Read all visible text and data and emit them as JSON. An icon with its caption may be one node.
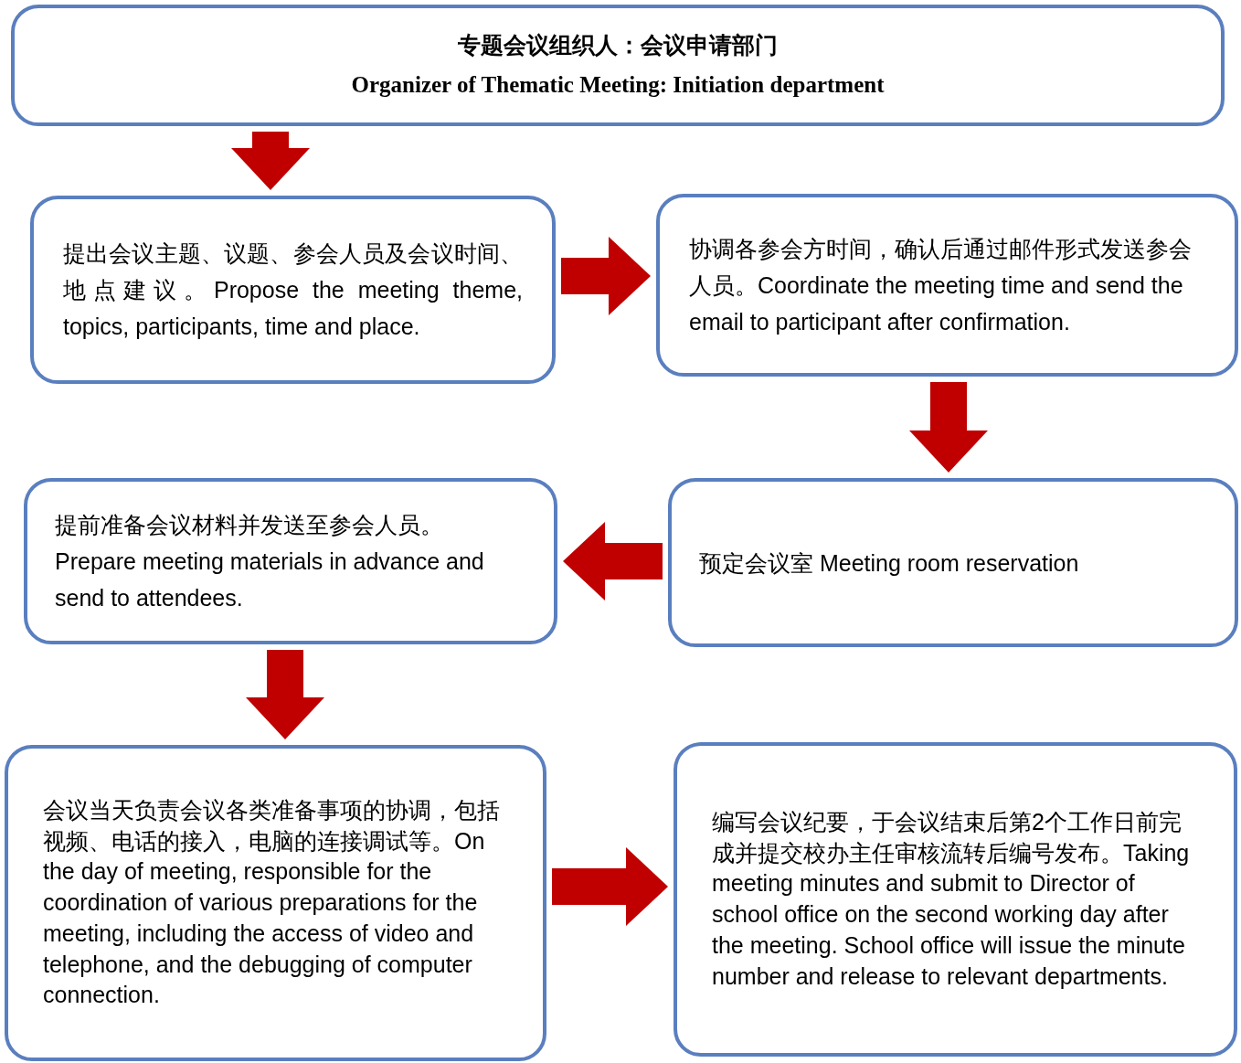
{
  "diagram": {
    "nodes": [
      {
        "text": [
          "专题会议组织人：会议申请部门",
          "Organizer of Thematic Meeting: Initiation department"
        ]
      },
      {
        "text": [
          "提出会议主题、议题、参会人员及会议时间、地点建议。Propose the meeting theme, topics, participants, time and place."
        ]
      },
      {
        "text": [
          "协调各参会方时间，确认后通过邮件形式发送参会人员。Coordinate the meeting time and send the email to participant after confirmation."
        ]
      },
      {
        "text": [
          "提前准备会议材料并发送至参会人员。 Prepare meeting materials in advance and send to attendees."
        ]
      },
      {
        "text": [
          "预定会议室 Meeting room reservation"
        ]
      },
      {
        "text": [
          "会议当天负责会议各类准备事项的协调，包括视频、电话的接入，电脑的连接调试等。On the day of meeting, responsible for the coordination of various preparations for the meeting, including the access of video and telephone, and the debugging of computer connection."
        ]
      },
      {
        "text": [
          "编写会议纪要，于会议结束后第2个工作日前完成并提交校办主任审核流转后编号发布。Taking meeting minutes and submit to Director of school office on the second working day after the meeting. School office will issue the minute number and release to relevant departments."
        ]
      }
    ],
    "edges": [
      {
        "from": 0,
        "to": 1,
        "arrow": "to"
      },
      {
        "from": 1,
        "to": 2,
        "arrow": "to"
      },
      {
        "from": 2,
        "to": 4,
        "arrow": "to"
      },
      {
        "from": 4,
        "to": 3,
        "arrow": "to"
      },
      {
        "from": 3,
        "to": 5,
        "arrow": "to"
      },
      {
        "from": 5,
        "to": 6,
        "arrow": "to"
      }
    ]
  }
}
